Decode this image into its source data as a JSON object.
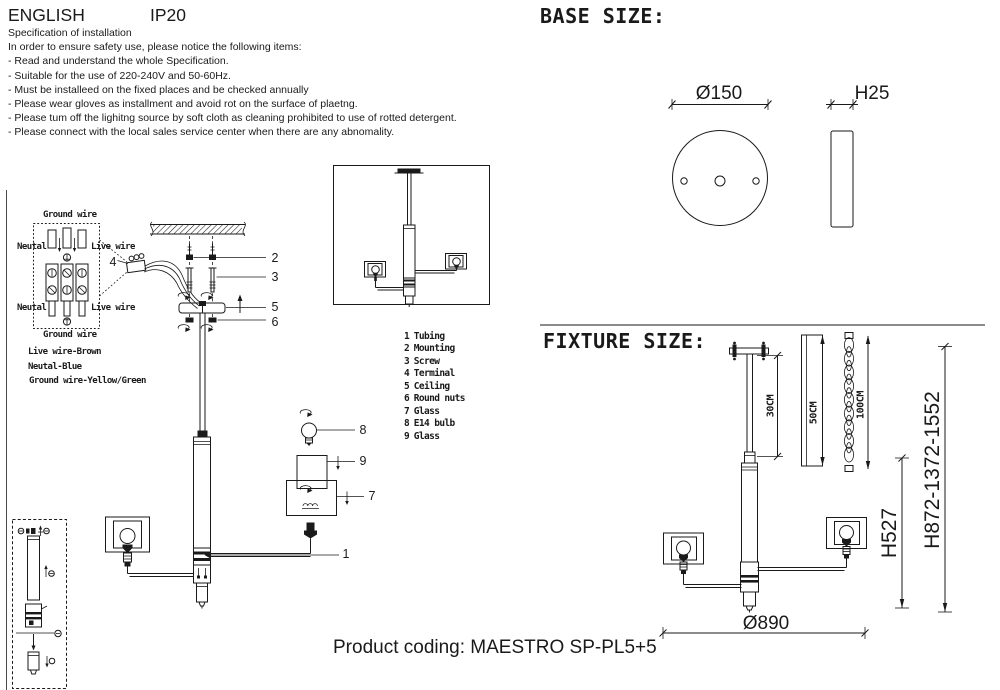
{
  "header": {
    "language": "ENGLISH",
    "ip_rating": "IP20"
  },
  "spec": {
    "title": "Specification of installation",
    "intro": "In order to ensure safety use, please notice the following items:",
    "items": [
      "- Read and understand the whole Specification.",
      "- Suitable for the use of 220-240V and 50-60Hz.",
      "- Must be installeed on the fixed places and be checked annually",
      "- Please wear gloves as installment and avoid rot on the surface of plaetng.",
      "- Please tum off the lighitng source by soft cloth as cleaning prohibited to use of rotted detergent.",
      "- Please connect with the local sales service center when there are any abnomality."
    ]
  },
  "wiring": {
    "ground_wire_top": "Ground wire",
    "neutral_top": "Neutal",
    "live_top": "Live wire",
    "neutral_bottom": "Neutal",
    "live_bottom": "Live wire",
    "ground_wire_bottom": "Ground wire",
    "legend": {
      "live": "Live wire-Brown",
      "neutral": "Neutal-Blue",
      "ground": "Ground wire-Yellow/Green"
    }
  },
  "parts": [
    {
      "num": "1",
      "name": "Tubing"
    },
    {
      "num": "2",
      "name": "Mounting"
    },
    {
      "num": "3",
      "name": "Screw"
    },
    {
      "num": "4",
      "name": "Terminal"
    },
    {
      "num": "5",
      "name": "Ceiling"
    },
    {
      "num": "6",
      "name": "Round nuts"
    },
    {
      "num": "7",
      "name": "Glass"
    },
    {
      "num": "8",
      "name": "E14 bulb"
    },
    {
      "num": "9",
      "name": "Glass"
    }
  ],
  "base_size": {
    "title": "BASE SIZE:",
    "diameter_label": "Ø150",
    "height_label": "H25"
  },
  "fixture_size": {
    "title": "FIXTURE SIZE:",
    "rod_label": "30CM",
    "extension_label": "50CM",
    "chain_label": "100CM",
    "fixture_height_label": "H527",
    "overall_height_label": "H872-1372-1552",
    "diameter_label": "Ø890"
  },
  "footer": {
    "product_coding": "Product coding: MAESTRO SP-PL5+5"
  },
  "colors": {
    "ink": "#1a1a1a",
    "paper": "#ffffff"
  }
}
